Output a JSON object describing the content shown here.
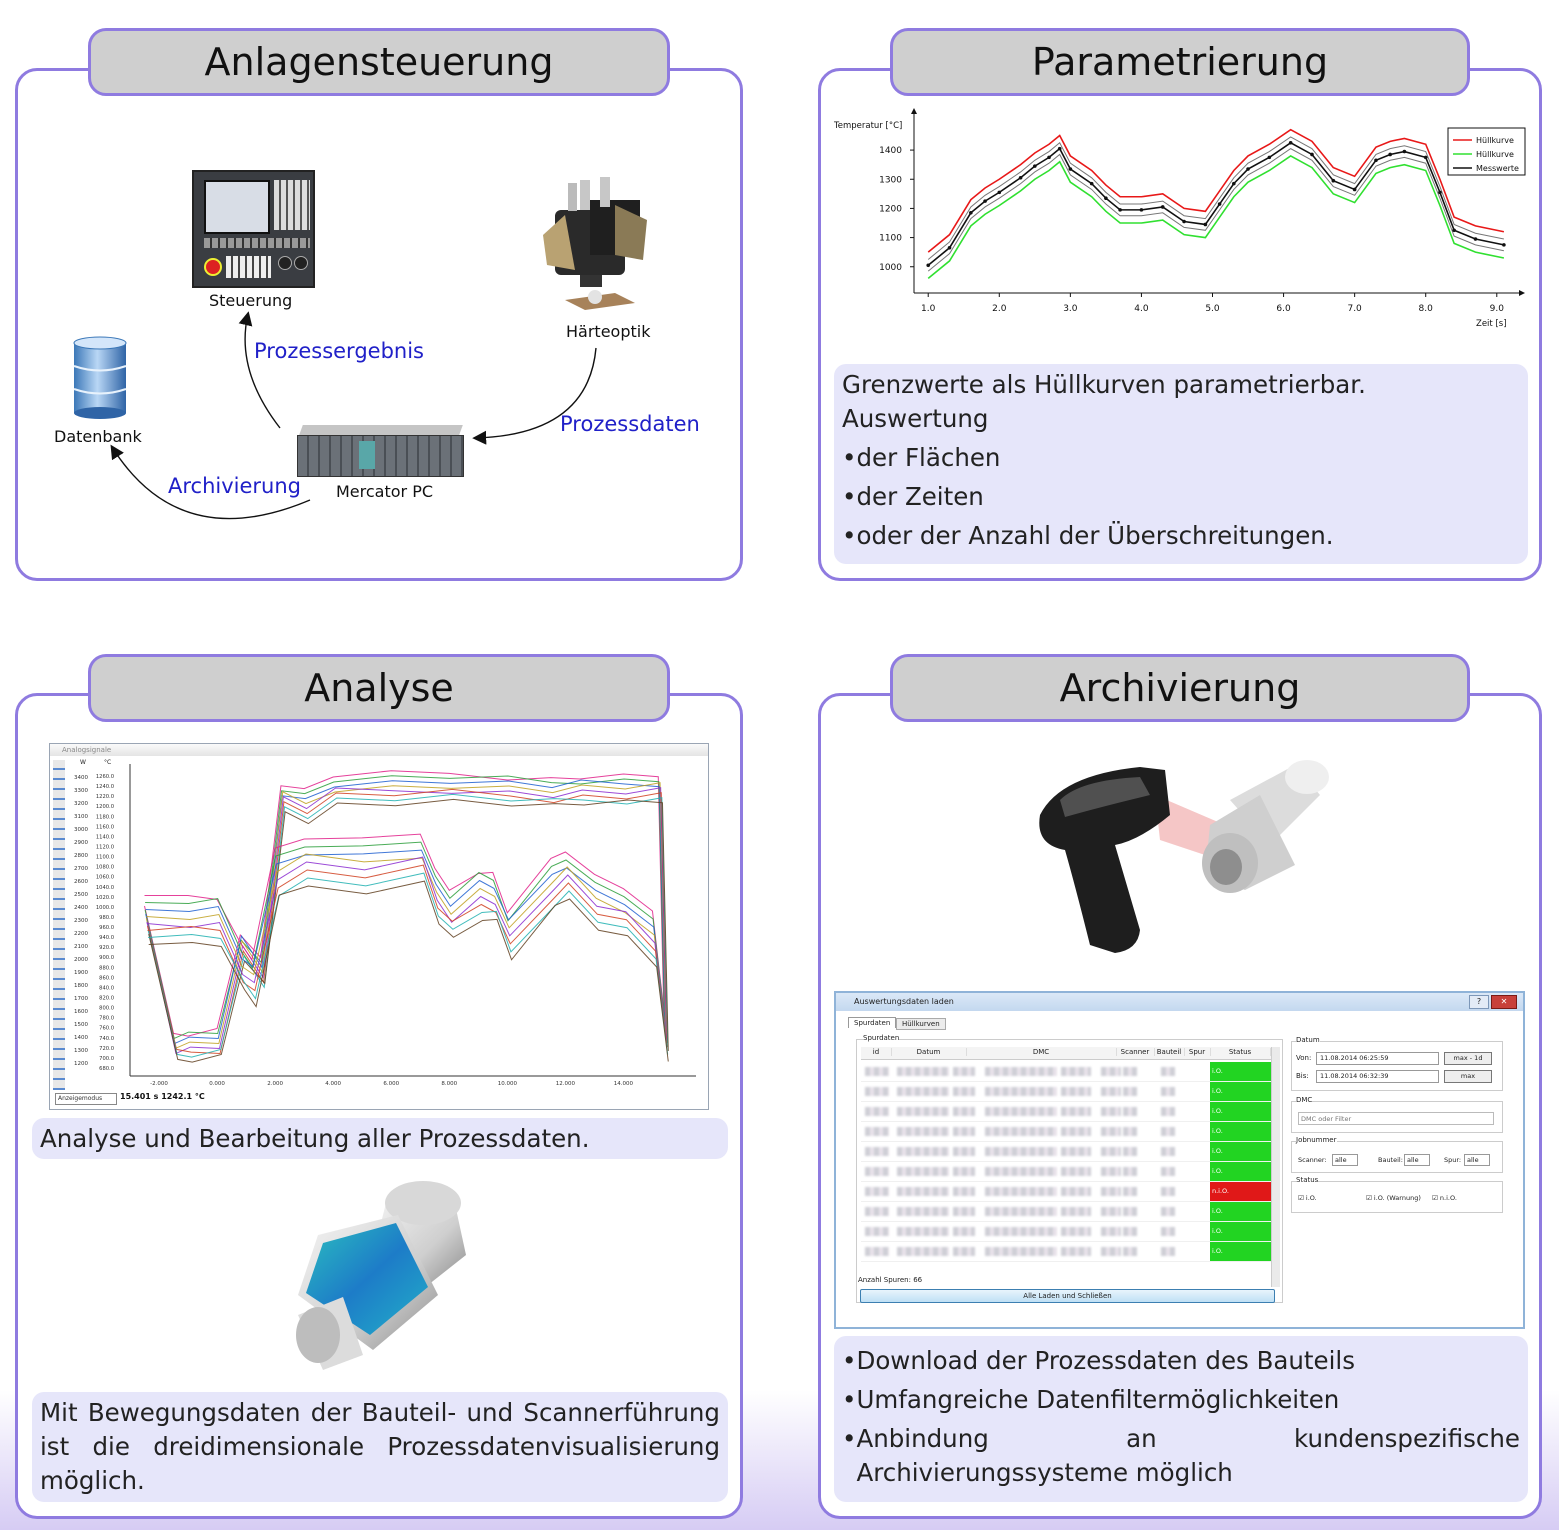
{
  "panels": {
    "p1": {
      "title": "Anlagensteuerung",
      "labels": {
        "steuerung": "Steuerung",
        "haerteoptik": "Härteoptik",
        "datenbank": "Datenbank",
        "mercator": "Mercator PC"
      },
      "flows": {
        "prozessergebnis": "Prozessergebnis",
        "prozessdaten": "Prozessdaten",
        "archivierung": "Archivierung"
      }
    },
    "p2": {
      "title": "Parametrierung",
      "info": {
        "line1": "Grenzwerte als Hüllkurven parametrierbar.",
        "line2": "Auswertung",
        "bullets": [
          "der Flächen",
          "der Zeiten",
          "oder der Anzahl der Überschreitungen."
        ]
      }
    },
    "p3": {
      "title": "Analyse",
      "window": {
        "title": "Analogsignale",
        "left_unit": "W",
        "right_unit": "°C",
        "mode": "Anzeigemodus",
        "readout": "15.401 s 1242.1 °C"
      },
      "info1": "Analyse und Bearbeitung aller Prozessdaten.",
      "info2": "Mit Bewegungsdaten der Bauteil- und Scannerführung ist die dreidimensionale Prozessdatenvisualisierung möglich."
    },
    "p4": {
      "title": "Archivierung",
      "dialog": {
        "title": "Auswertungsdaten laden",
        "tabs": [
          "Spurdaten",
          "Hüllkurven"
        ],
        "group": "Spurdaten",
        "columns": [
          "id",
          "Datum",
          "DMC",
          "Scanner",
          "Bauteil",
          "Spur",
          "Status"
        ],
        "statuses": [
          "i.O.",
          "i.O.",
          "i.O.",
          "i.O.",
          "i.O.",
          "i.O.",
          "n.i.O.",
          "i.O.",
          "i.O.",
          "i.O."
        ],
        "count_label": "Anzahl Spuren:",
        "count": "66",
        "load_button": "Alle Laden und Schließen",
        "datum_group": "Datum",
        "von_label": "Von:",
        "von_value": "11.08.2014 06:25:59",
        "von_button": "max - 1d",
        "bis_label": "Bis:",
        "bis_value": "11.08.2014 06:32:39",
        "bis_button": "max",
        "dmc_group": "DMC",
        "dmc_placeholder": "DMC oder Filter",
        "job_group": "Jobnummer",
        "scanner_label": "Scanner:",
        "bauteil_label": "Bauteil:",
        "spur_label": "Spur:",
        "alle": "alle",
        "status_group": "Status",
        "status_options": [
          "i.O.",
          "i.O. (Warnung)",
          "n.i.O."
        ]
      },
      "bullets": [
        "Download der Prozessdaten des Bauteils",
        "Umfangreiche Datenfiltermöglichkeiten",
        "Anbindung an kundenspezifische Archivierungssysteme möglich"
      ]
    }
  },
  "chart_data": [
    {
      "type": "line",
      "title": "",
      "ylabel": "Temperatur [°C]",
      "xlabel": "Zeit [s]",
      "xlim": [
        0.8,
        9.2
      ],
      "ylim": [
        910,
        1510
      ],
      "xticks": [
        "1.0",
        "2.0",
        "3.0",
        "4.0",
        "5.0",
        "6.0",
        "7.0",
        "8.0",
        "9.0"
      ],
      "yticks": [
        "1000",
        "1100",
        "1200",
        "1300",
        "1400"
      ],
      "legend": "top-right",
      "series": [
        {
          "name": "Hüllkurve",
          "color": "#e81818",
          "x": [
            1.0,
            1.3,
            1.6,
            1.8,
            2.0,
            2.3,
            2.5,
            2.7,
            2.85,
            3.0,
            3.3,
            3.5,
            3.7,
            4.0,
            4.3,
            4.6,
            4.9,
            5.1,
            5.3,
            5.5,
            5.8,
            6.1,
            6.4,
            6.7,
            7.0,
            7.3,
            7.5,
            7.7,
            8.0,
            8.2,
            8.4,
            8.7,
            9.1
          ],
          "values": [
            1050,
            1110,
            1230,
            1270,
            1300,
            1350,
            1390,
            1420,
            1450,
            1380,
            1330,
            1280,
            1240,
            1240,
            1250,
            1200,
            1190,
            1260,
            1330,
            1380,
            1420,
            1470,
            1430,
            1340,
            1310,
            1410,
            1430,
            1440,
            1420,
            1300,
            1170,
            1140,
            1120
          ]
        },
        {
          "name": "Hüllkurve",
          "color": "#30e030",
          "x": [
            1.0,
            1.3,
            1.6,
            1.8,
            2.0,
            2.3,
            2.5,
            2.7,
            2.85,
            3.0,
            3.3,
            3.5,
            3.7,
            4.0,
            4.3,
            4.6,
            4.9,
            5.1,
            5.3,
            5.5,
            5.8,
            6.1,
            6.4,
            6.7,
            7.0,
            7.3,
            7.5,
            7.7,
            8.0,
            8.2,
            8.4,
            8.7,
            9.1
          ],
          "values": [
            960,
            1020,
            1140,
            1180,
            1210,
            1260,
            1300,
            1330,
            1360,
            1290,
            1240,
            1190,
            1150,
            1150,
            1160,
            1110,
            1100,
            1170,
            1240,
            1290,
            1330,
            1380,
            1340,
            1250,
            1220,
            1320,
            1340,
            1350,
            1330,
            1210,
            1080,
            1050,
            1030
          ]
        },
        {
          "name": "Messwerte",
          "color": "#111111",
          "x": [
            1.0,
            1.3,
            1.6,
            1.8,
            2.0,
            2.3,
            2.5,
            2.7,
            2.85,
            3.0,
            3.3,
            3.5,
            3.7,
            4.0,
            4.3,
            4.6,
            4.9,
            5.1,
            5.3,
            5.5,
            5.8,
            6.1,
            6.4,
            6.7,
            7.0,
            7.3,
            7.5,
            7.7,
            8.0,
            8.2,
            8.4,
            8.7,
            9.1
          ],
          "values": [
            1005,
            1065,
            1185,
            1225,
            1255,
            1305,
            1345,
            1375,
            1405,
            1335,
            1285,
            1235,
            1195,
            1195,
            1205,
            1155,
            1145,
            1215,
            1285,
            1335,
            1375,
            1425,
            1385,
            1295,
            1265,
            1365,
            1385,
            1395,
            1375,
            1255,
            1125,
            1095,
            1075
          ]
        }
      ]
    },
    {
      "type": "line",
      "title": "",
      "xlim": [
        -3000,
        16500
      ],
      "xticks": [
        "-2.000",
        "0.000",
        "2.000",
        "4.000",
        "6.000",
        "8.000",
        "10.000",
        "12.000",
        "14.000"
      ],
      "ylim_left": [
        1100,
        3500
      ],
      "yticks_left": [
        "3400",
        "3300",
        "3200",
        "3100",
        "3000",
        "2900",
        "2800",
        "2700",
        "2600",
        "2500",
        "2400",
        "2300",
        "2200",
        "2100",
        "2000",
        "1900",
        "1800",
        "1700",
        "1600",
        "1500",
        "1400",
        "1300",
        "1200"
      ],
      "yticks_right": [
        "1260.0",
        "1240.0",
        "1220.0",
        "1200.0",
        "1180.0",
        "1160.0",
        "1140.0",
        "1120.0",
        "1100.0",
        "1080.0",
        "1060.0",
        "1040.0",
        "1020.0",
        "1000.0",
        "980.0",
        "960.0",
        "940.0",
        "920.0",
        "900.0",
        "880.0",
        "860.0",
        "840.0",
        "820.0",
        "800.0",
        "780.0",
        "760.0",
        "740.0",
        "720.0",
        "700.0",
        "680.0"
      ],
      "series": [
        {
          "name": "",
          "x": [
            -2500,
            -1500,
            -1000,
            0,
            800,
            1500,
            2200,
            3000,
            4000,
            6000,
            8000,
            10000,
            11500,
            12500,
            14000,
            15200,
            15400
          ],
          "values": [
            2300,
            1320,
            1330,
            1350,
            2100,
            1890,
            3240,
            3180,
            3300,
            3310,
            3320,
            3300,
            3280,
            3300,
            3300,
            3310,
            1400
          ]
        },
        {
          "name": "",
          "x": [
            -2500,
            -1000,
            0,
            800,
            1200,
            2000,
            3000,
            5000,
            7000,
            7500,
            8000,
            9000,
            9500,
            10000,
            11500,
            12000,
            13000,
            14000,
            15000,
            15400
          ],
          "values": [
            2300,
            2300,
            2300,
            1930,
            1830,
            2650,
            2750,
            2720,
            2780,
            2480,
            2340,
            2500,
            2470,
            2190,
            2570,
            2650,
            2440,
            2360,
            2150,
            1400
          ]
        }
      ]
    }
  ]
}
